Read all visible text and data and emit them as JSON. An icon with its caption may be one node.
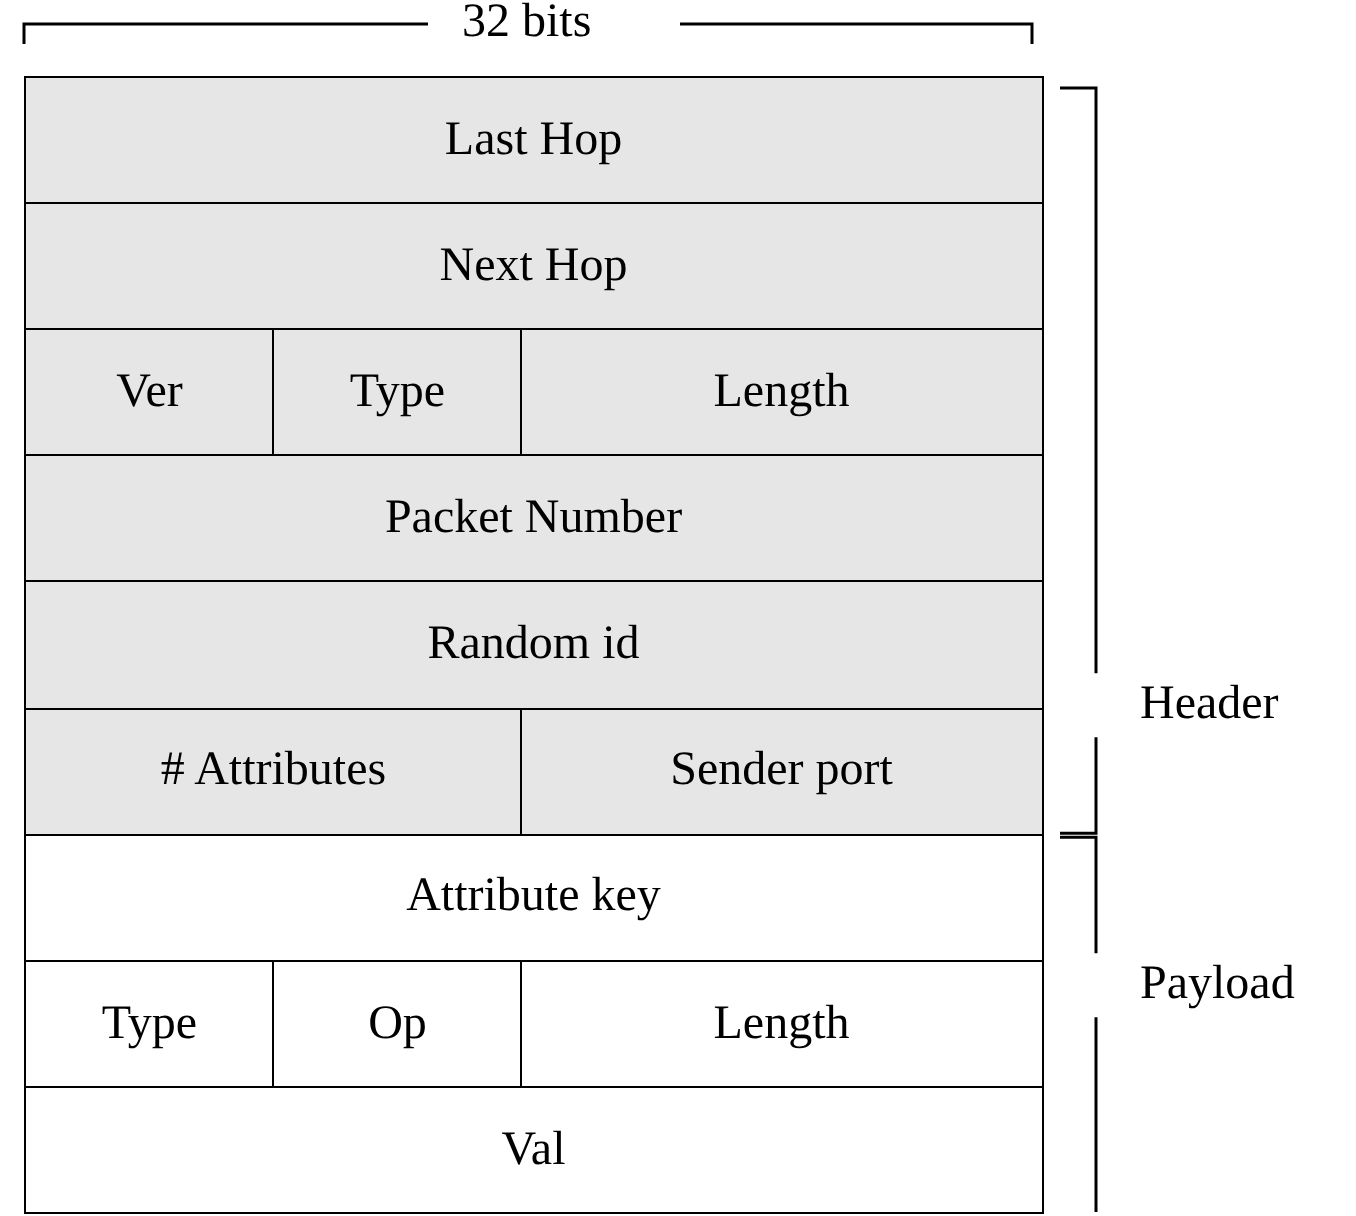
{
  "diagram": {
    "nodes": [
      {
        "text": [
          "Last Hop"
        ]
      },
      {
        "text": [
          "Next Hop"
        ]
      },
      {
        "text": [
          "Ver"
        ]
      },
      {
        "text": [
          "Type"
        ]
      },
      {
        "text": [
          "Length"
        ]
      },
      {
        "text": [
          "Packet Number"
        ]
      },
      {
        "text": [
          "Random id"
        ]
      },
      {
        "text": [
          "# Attributes"
        ]
      },
      {
        "text": [
          "Sender port"
        ]
      },
      {
        "text": [
          "Attribute key"
        ]
      },
      {
        "text": [
          "Type"
        ]
      },
      {
        "text": [
          "Op"
        ]
      },
      {
        "text": [
          "Length"
        ]
      },
      {
        "text": [
          "Val"
        ]
      }
    ],
    "edges": [],
    "labels": [
      "32 bits",
      "Header",
      "Payload"
    ]
  }
}
